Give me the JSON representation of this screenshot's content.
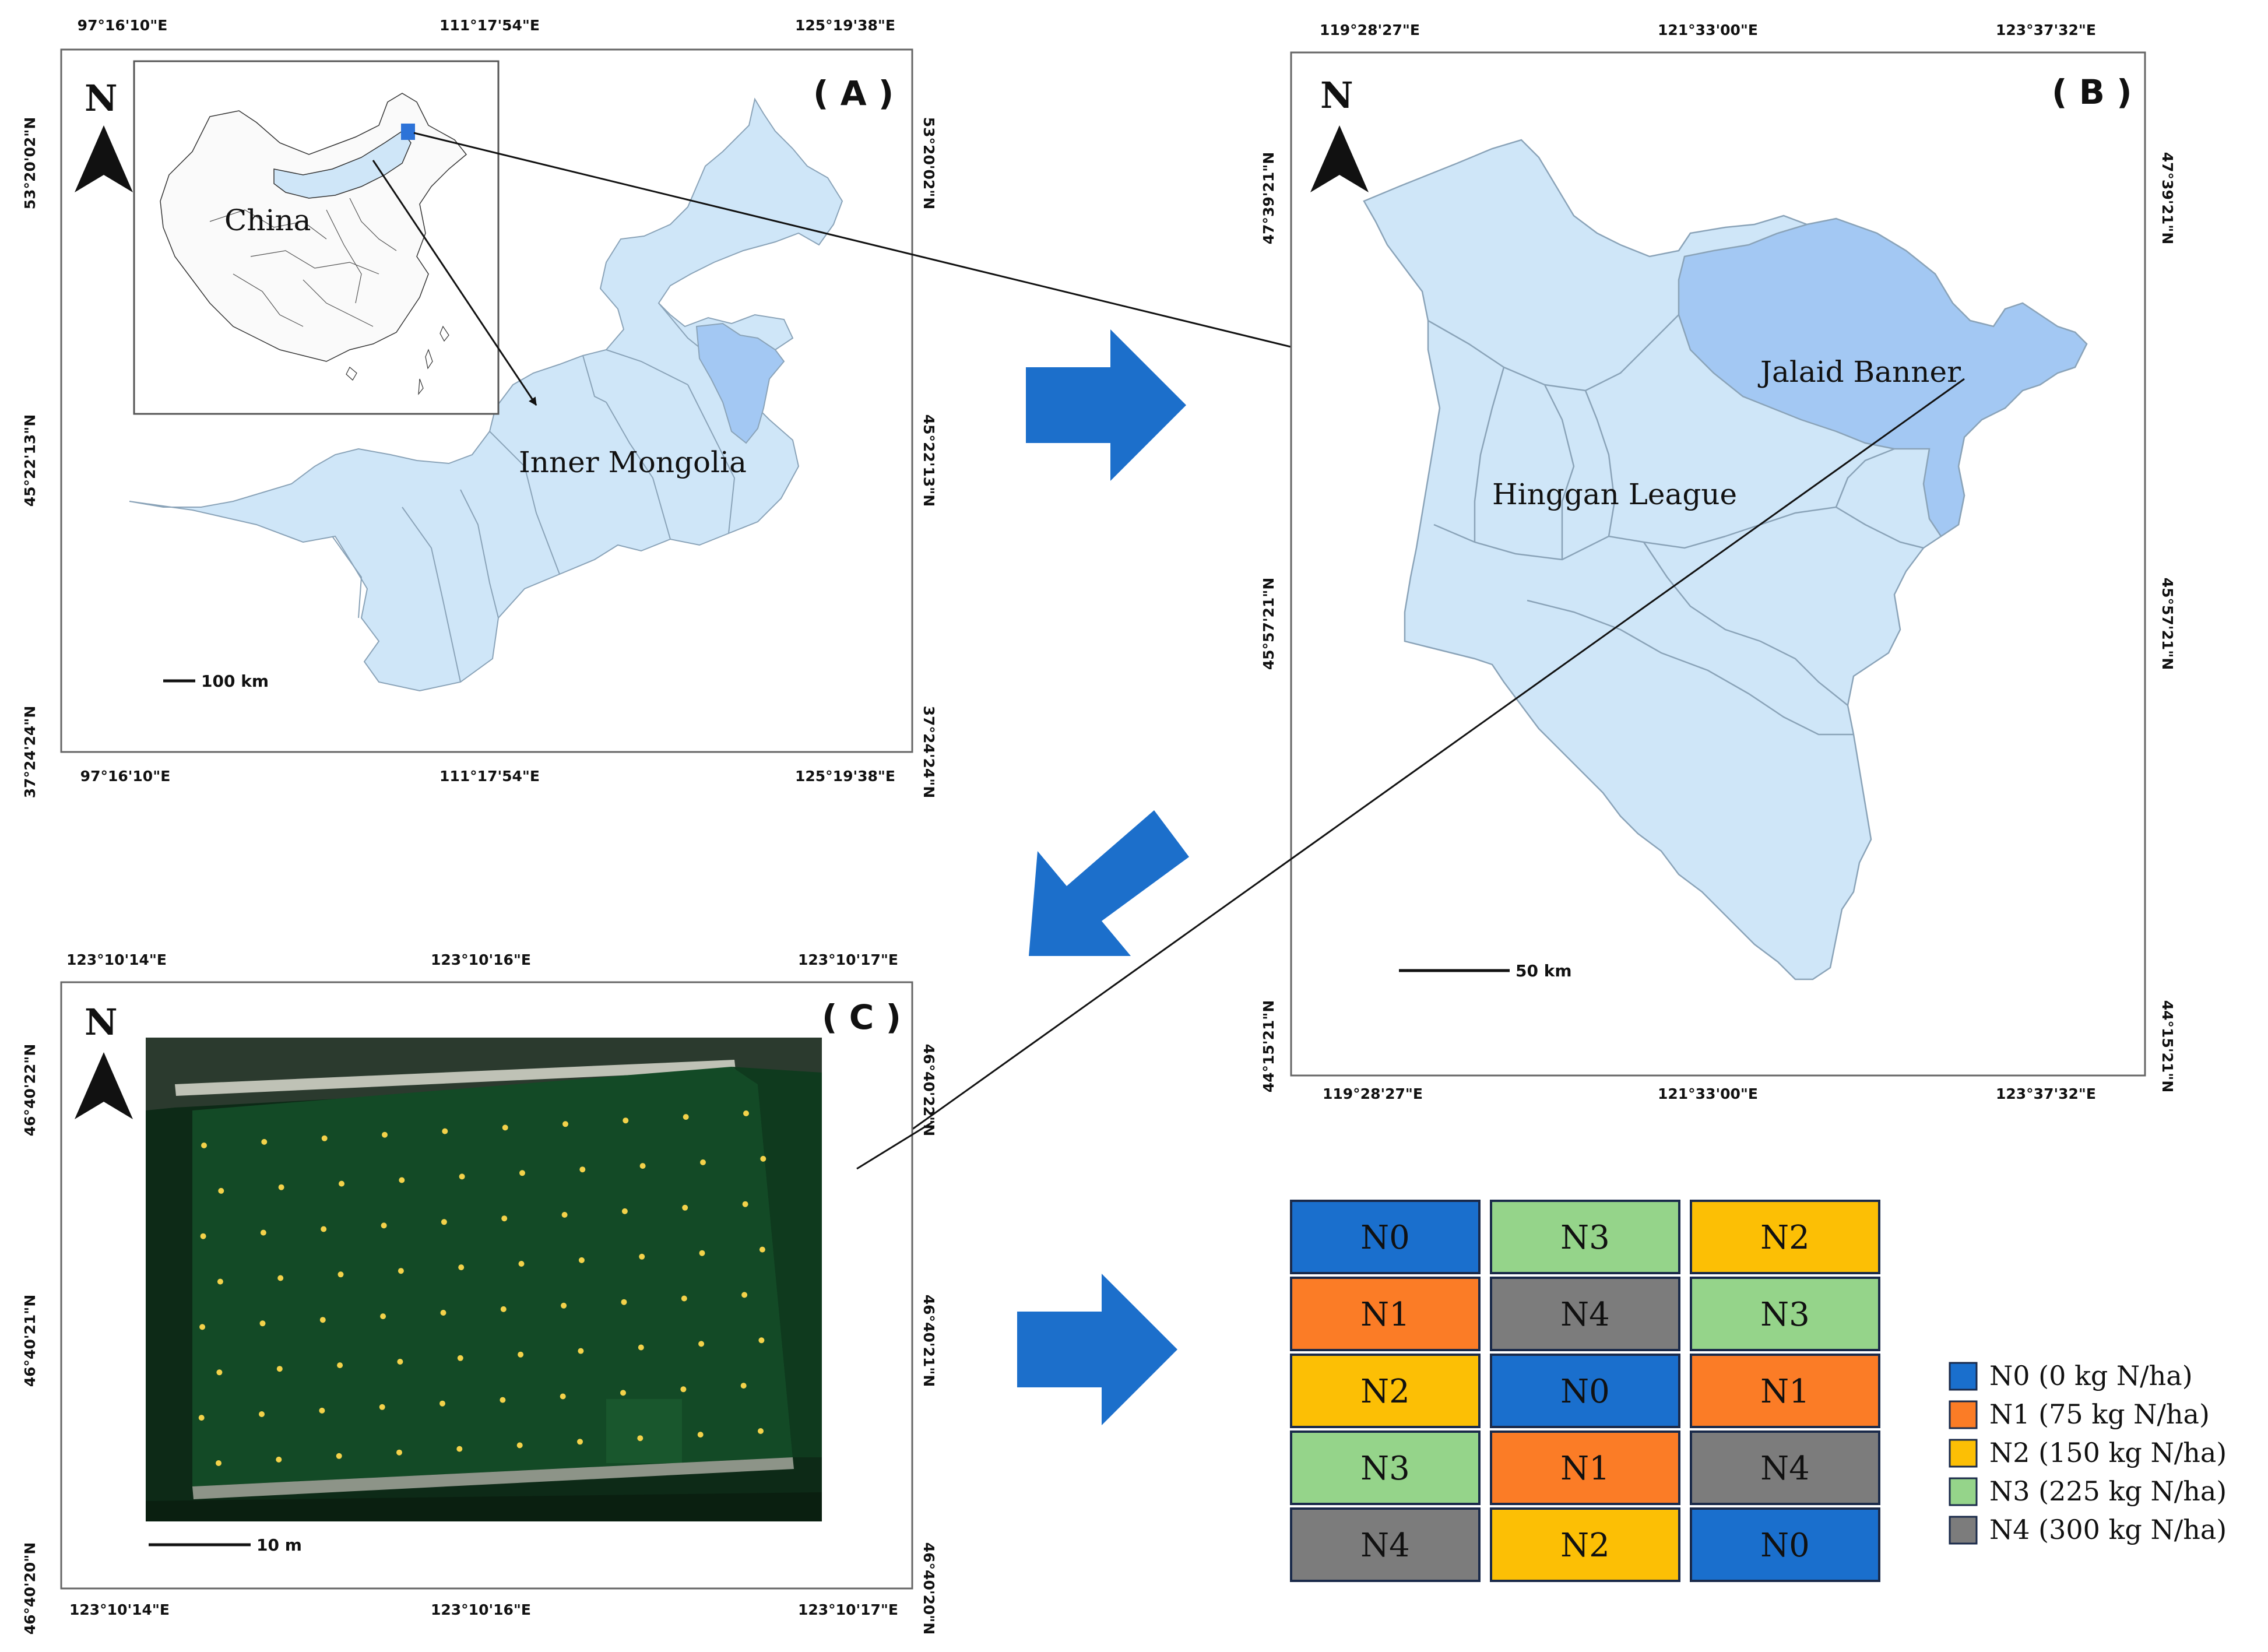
{
  "colors": {
    "region_light": "#cfe6f8",
    "region_highlight": "#a3c8f3",
    "highlight_dark": "#2d73d8",
    "arrow_blue": "#1c6fcb",
    "field_green": "#134a26",
    "point_yellow": "#f3d24a",
    "N0": "#1a6fcd",
    "N1": "#fb7c26",
    "N2": "#fcbf05",
    "N3": "#95d48a",
    "N4": "#7c7c7c"
  },
  "panelA": {
    "label": "( A )",
    "north": "N",
    "top_ticks": [
      "97°16'10\"E",
      "111°17'54\"E",
      "125°19'38\"E"
    ],
    "bottom_ticks": [
      "97°16'10\"E",
      "111°17'54\"E",
      "125°19'38\"E"
    ],
    "side_ticks": [
      "53°20'02\"N",
      "45°22'13\"N",
      "37°24'24\"N"
    ],
    "inset_label": "China",
    "region_label": "Inner Mongolia",
    "scale": "100 km"
  },
  "panelB": {
    "label": "( B )",
    "north": "N",
    "top_ticks": [
      "119°28'27\"E",
      "121°33'00\"E",
      "123°37'32\"E"
    ],
    "bottom_ticks": [
      "119°28'27\"E",
      "121°33'00\"E",
      "123°37'32\"E"
    ],
    "side_ticks": [
      "47°39'21\"N",
      "45°57'21\"N",
      "44°15'21\"N"
    ],
    "region_label": "Hinggan League",
    "highlight_label": "Jalaid Banner",
    "scale": "50 km"
  },
  "panelC": {
    "label": "( C )",
    "north": "N",
    "top_ticks": [
      "123°10'14\"E",
      "123°10'16\"E",
      "123°10'17\"E"
    ],
    "bottom_ticks": [
      "123°10'14\"E",
      "123°10'16\"E",
      "123°10'17\"E"
    ],
    "side_ticks": [
      "46°40'22\"N",
      "46°40'21\"N",
      "46°40'20\"N"
    ],
    "scale": "10 m"
  },
  "layout_grid": [
    [
      "N0",
      "N3",
      "N2"
    ],
    [
      "N1",
      "N4",
      "N3"
    ],
    [
      "N2",
      "N0",
      "N1"
    ],
    [
      "N3",
      "N1",
      "N4"
    ],
    [
      "N4",
      "N2",
      "N0"
    ]
  ],
  "legend": [
    {
      "key": "N0",
      "label": "N0 (0 kg N/ha)"
    },
    {
      "key": "N1",
      "label": "N1 (75 kg N/ha)"
    },
    {
      "key": "N2",
      "label": "N2 (150 kg N/ha)"
    },
    {
      "key": "N3",
      "label": "N3 (225 kg N/ha)"
    },
    {
      "key": "N4",
      "label": "N4 (300 kg N/ha)"
    }
  ]
}
